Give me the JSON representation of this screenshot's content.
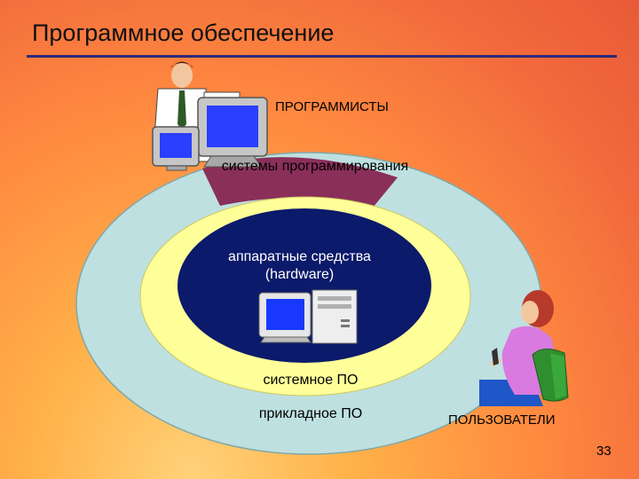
{
  "slide": {
    "title": "Программное обеспечение",
    "page_number": "33"
  },
  "diagram": {
    "programmers_label": "ПРОГРАММИСТЫ",
    "programming_systems_label": "системы программирования",
    "hardware_label": "аппаратные средства (hardware)",
    "system_software_label": "системное ПО",
    "application_software_label": "прикладное ПО",
    "users_label": "ПОЛЬЗОВАТЕЛИ"
  },
  "colors": {
    "outer_ring": "#bfe0e0",
    "middle_ring": "#ffff99",
    "inner_core": "#0b1a6a",
    "programming_sector": "#8a2f5a",
    "title_underline": "#2a2a7a"
  },
  "icons": [
    "programmer-figure-icon",
    "monitor-icon",
    "computer-icon",
    "user-figure-icon"
  ]
}
